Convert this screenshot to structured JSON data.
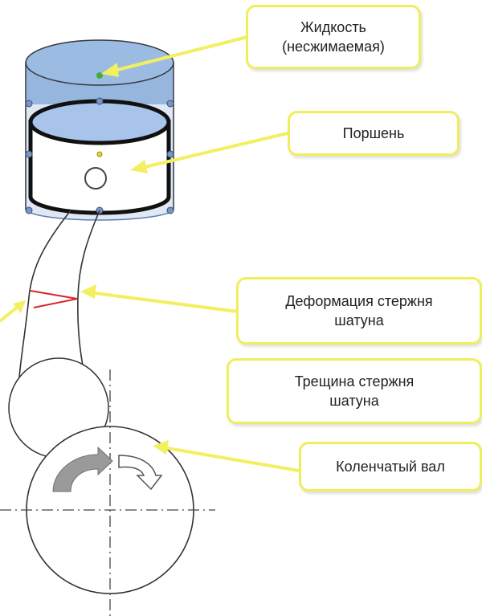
{
  "labels": {
    "fluid": {
      "line1": "Жидкость",
      "line2": "(несжимаемая)"
    },
    "piston": "Поршень",
    "deformation": {
      "line1": "Деформация стержня",
      "line2": "шатуна"
    },
    "crack": {
      "line1": "Трещина стержня",
      "line2": "шатуна"
    },
    "crankshaft": "Коленчатый вал"
  },
  "colors": {
    "callout_border": "#f0ee5c",
    "arrow": "#f2f061",
    "fluid": "#8fb0dc",
    "piston_top": "#a9c4ea",
    "outline": "#1a1a1a",
    "deformation_mark": "#d8262c",
    "rotation_arrow_fill": "#9a9a9a"
  }
}
